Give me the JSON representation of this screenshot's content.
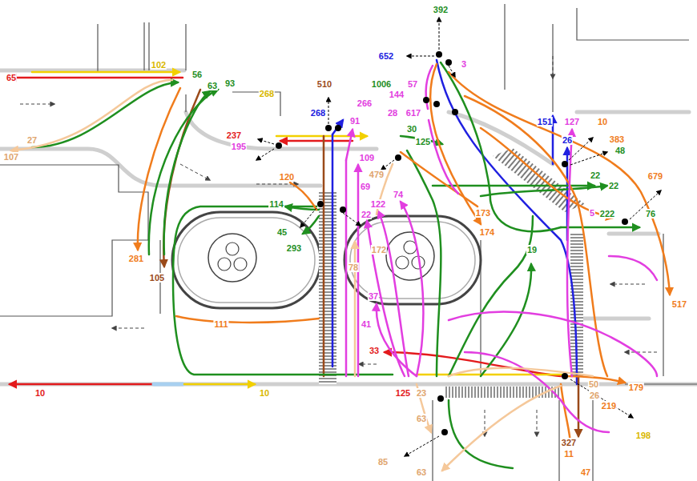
{
  "diagram": {
    "labels": [
      "65",
      "102",
      "56",
      "63",
      "93",
      "27",
      "107",
      "268",
      "510",
      "1006",
      "652",
      "392",
      "3",
      "57",
      "144",
      "266",
      "268",
      "91",
      "28",
      "617",
      "30",
      "125",
      "237",
      "195",
      "109",
      "479",
      "151",
      "127",
      "10",
      "26",
      "383",
      "48",
      "679",
      "22",
      "22",
      "120",
      "114",
      "45",
      "293",
      "69",
      "74",
      "122",
      "22",
      "173",
      "174",
      "5",
      "222",
      "76",
      "19",
      "172",
      "78",
      "281",
      "105",
      "37",
      "517",
      "111",
      "41",
      "33",
      "10",
      "10",
      "125",
      "23",
      "50",
      "26",
      "179",
      "219",
      "198",
      "327",
      "63",
      "85",
      "63",
      "11",
      "47"
    ]
  }
}
